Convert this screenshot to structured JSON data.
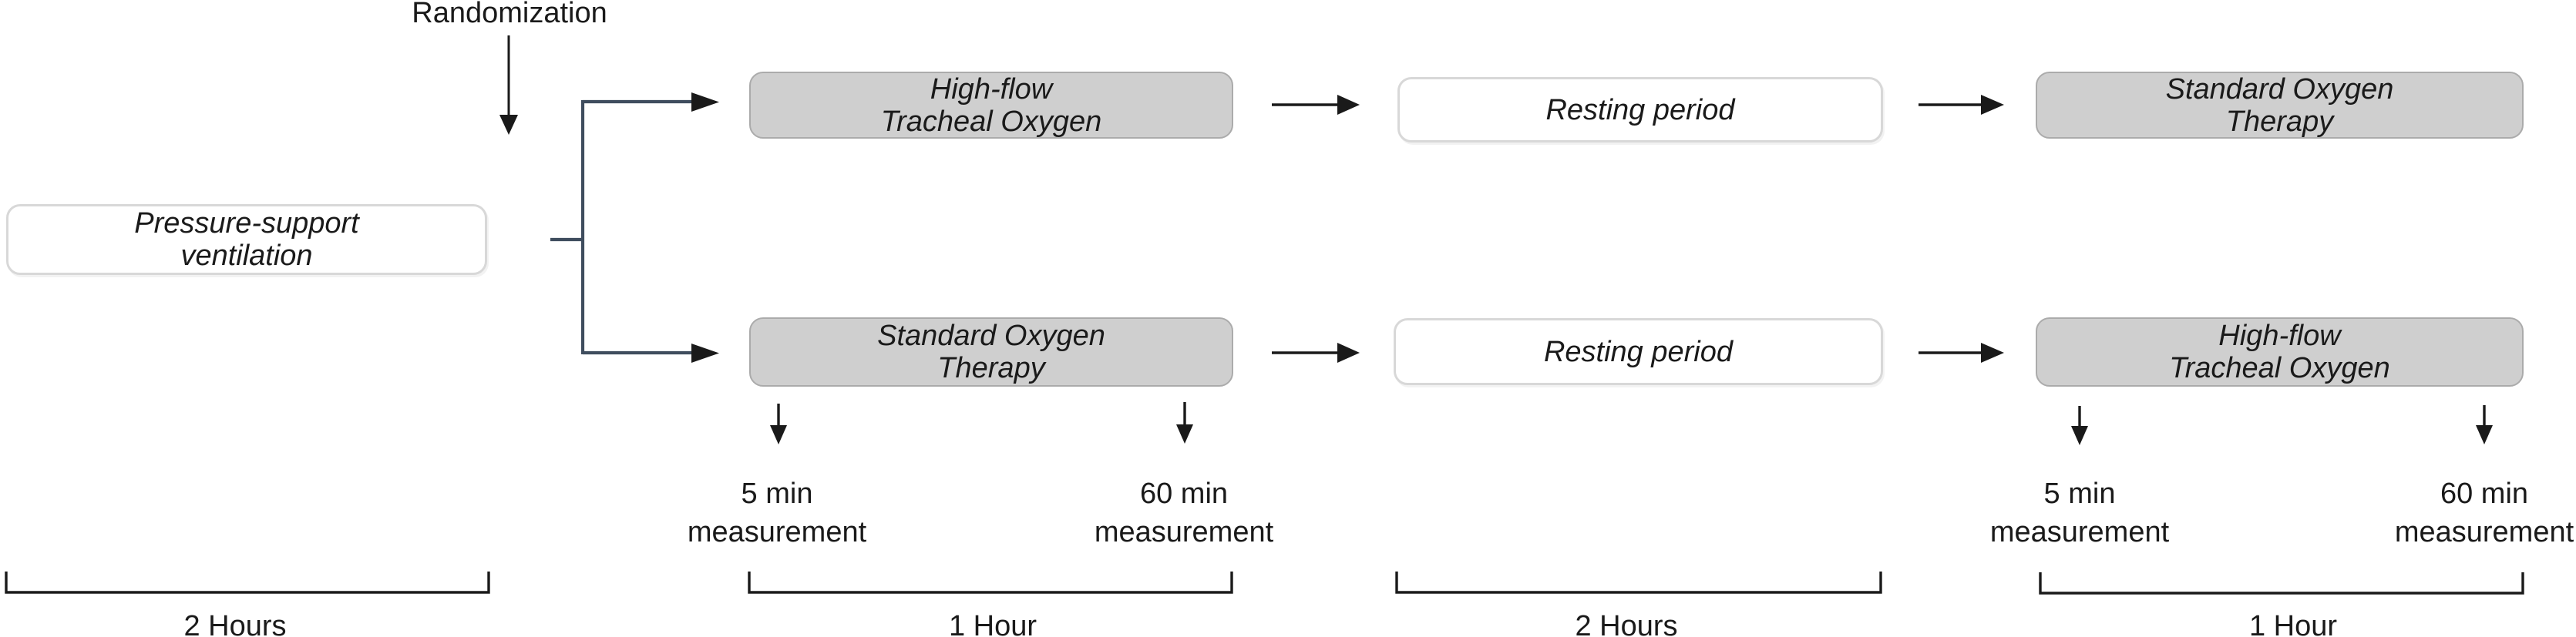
{
  "labels": {
    "randomization": "Randomization"
  },
  "boxes": {
    "baseline": "Pressure-support\nventilation",
    "arm_top": {
      "phase1": "High-flow\nTracheal Oxygen",
      "rest": "Resting period",
      "phase2": "Standard Oxygen\nTherapy"
    },
    "arm_bottom": {
      "phase1": "Standard Oxygen\nTherapy",
      "rest": "Resting period",
      "phase2": "High-flow\nTracheal Oxygen"
    }
  },
  "measurements": [
    {
      "label": "5 min\nmeasurement"
    },
    {
      "label": "60 min\nmeasurement"
    },
    {
      "label": "5 min\nmeasurement"
    },
    {
      "label": "60 min\nmeasurement"
    }
  ],
  "durations": [
    {
      "label": "2 Hours"
    },
    {
      "label": "1 Hour"
    },
    {
      "label": "2 Hours"
    },
    {
      "label": "1 Hour"
    }
  ],
  "colors": {
    "gray_box_fill": "#cfcfcf",
    "gray_box_border": "#ababab",
    "white_box_border": "#d8d8d8",
    "branch_line": "#3f4d5e",
    "ink": "#1a1a1a"
  }
}
